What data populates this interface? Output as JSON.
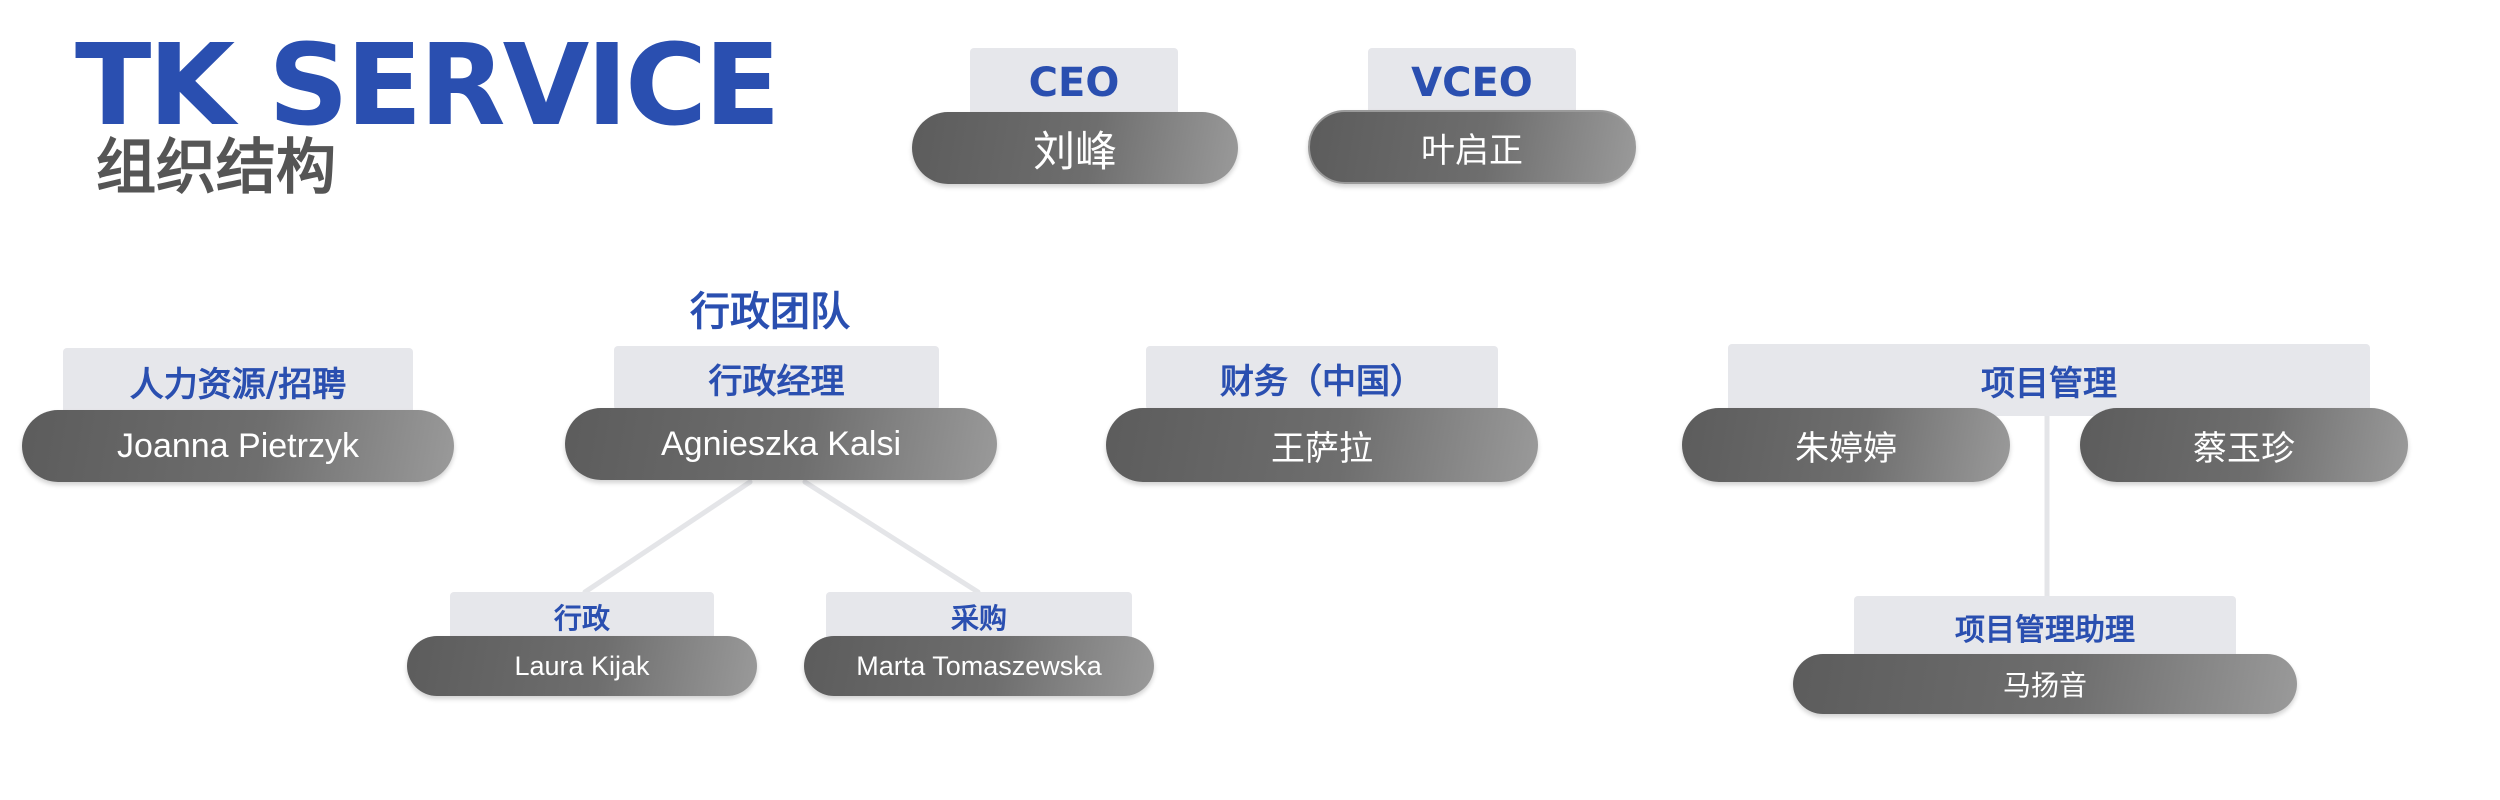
{
  "header": {
    "brand": "TK SERVICE",
    "subtitle": "组织结构"
  },
  "admin_team_title": "行政团队",
  "org": {
    "ceo": {
      "role": "CEO",
      "name": "刘峰"
    },
    "vceo": {
      "role": "VCEO",
      "name": "叶启正"
    },
    "hr": {
      "role": "人力资源/招聘",
      "name": "Joanna Pietrzyk"
    },
    "admin_manager": {
      "role": "行政经理",
      "name": "Agnieszka Kalsi"
    },
    "admin": {
      "role": "行政",
      "name": "Laura Kijak"
    },
    "purchasing": {
      "role": "采购",
      "name": "Marta Tomaszewska"
    },
    "finance": {
      "role": "财务（中国）",
      "name": "王萨拉"
    },
    "project_management": {
      "role": "项目管理",
      "names": [
        "朱婷婷",
        "蔡玉珍"
      ]
    },
    "pm_assistant": {
      "role": "项目管理助理",
      "name": "马扬音"
    }
  },
  "colors": {
    "brand_blue": "#2a4fb0",
    "subtitle_gray": "#555555",
    "role_bg": "#e6e7eb",
    "person_dark": "#5c5c5c",
    "person_light": "#9a9a9a",
    "connector": "#e4e5e8"
  }
}
